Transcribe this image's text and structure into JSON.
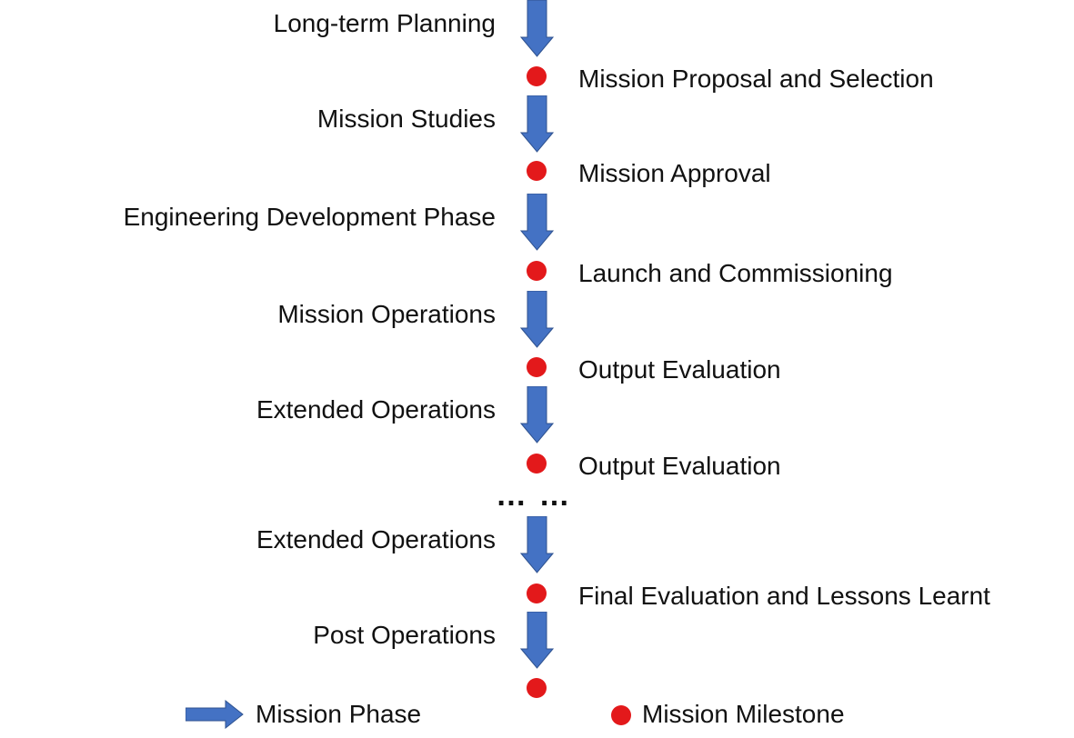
{
  "colors": {
    "phase": "#4472C4",
    "milestone": "#E3191B"
  },
  "phases": [
    "Long-term Planning",
    "Mission Studies",
    "Engineering Development Phase",
    "Mission Operations",
    "Extended Operations",
    "Extended Operations",
    "Post Operations"
  ],
  "milestones": [
    "Mission Proposal and Selection",
    "Mission Approval",
    "Launch and Commissioning",
    "Output Evaluation",
    "Output Evaluation",
    "Final Evaluation and Lessons Learnt",
    ""
  ],
  "ellipsis": "… …",
  "legend": {
    "phase": "Mission Phase",
    "milestone": "Mission Milestone"
  }
}
